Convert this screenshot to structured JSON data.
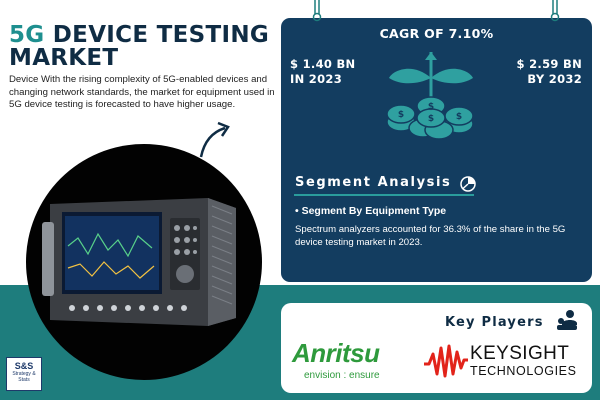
{
  "header": {
    "title_accent": "5G",
    "title_rest": " DEVICE TESTING MARKET",
    "intro": "Device With the rising complexity of 5G-enabled devices and changing network standards, the market for equipment used in  5G device testing is forecasted to have higher usage."
  },
  "stats": {
    "cagr": "CAGR OF 7.10%",
    "value_2023": "$ 1.40 BN",
    "label_2023": "IN 2023",
    "value_2032": "$ 2.59 BN",
    "label_2032": "BY 2032"
  },
  "segment": {
    "heading": "Segment Analysis",
    "bullet": "• Segment By Equipment Type",
    "description": "Spectrum analyzers accounted for 36.3% of the share in the 5G device testing market in 2023."
  },
  "key_players": {
    "heading": "Key Players",
    "anritsu_name": "Anritsu",
    "anritsu_tagline": "envision : ensure",
    "keysight_name": "KEYSIGHT",
    "keysight_sub": "TECHNOLOGIES"
  },
  "brand": {
    "logo_text": "Strategy & Stats"
  },
  "colors": {
    "navy": "#133d60",
    "teal": "#1e7d7d",
    "title": "#0f2c44",
    "anritsu_green": "#2e9a3c",
    "keysight_red": "#e2231a"
  },
  "icons": [
    "arrow-icon",
    "money-plant-icon",
    "analysis-icon",
    "key-players-icon",
    "keysight-wave-icon"
  ]
}
